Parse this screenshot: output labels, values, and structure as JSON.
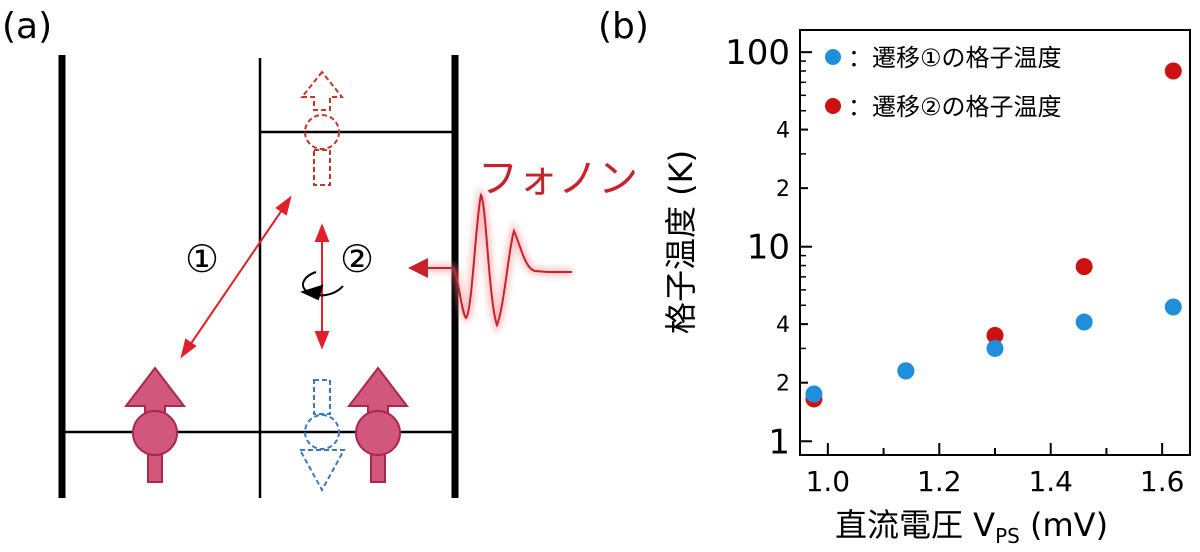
{
  "panel_a": {
    "label": "(a)",
    "transition1_label": "①",
    "transition2_label": "②",
    "phonon_label": "フォノン",
    "colors": {
      "spin": "#d1577c",
      "spin_edge": "#a8284e",
      "ghost_red": "#c0392b",
      "ghost_blue": "#3a78c0",
      "arrow": "#e0202a",
      "phonon": "#c8222a"
    }
  },
  "panel_b": {
    "label": "(b)"
  },
  "chart_data": {
    "type": "scatter",
    "xlabel_main": "直流電圧 V",
    "xlabel_sub": "PS",
    "xlabel_unit": " (mV)",
    "ylabel": "格子温度 (K)",
    "y_log": true,
    "xlim": [
      0.95,
      1.65
    ],
    "ylim": [
      0.85,
      130
    ],
    "x_ticks": [
      1.0,
      1.2,
      1.4,
      1.6
    ],
    "x_tick_labels": [
      "1.0",
      "1.2",
      "1.4",
      "1.6"
    ],
    "y_ticks": [
      1,
      2,
      4,
      10,
      20,
      40,
      100
    ],
    "y_tick_labels": [
      "1",
      "2",
      "4",
      "10",
      "2",
      "4",
      "100"
    ],
    "legend": "top-left",
    "series": [
      {
        "name": "：遷移①の格子温度",
        "color": "#1f8fdc",
        "x": [
          0.975,
          1.14,
          1.3,
          1.46,
          1.62
        ],
        "y": [
          1.75,
          2.3,
          3.0,
          4.1,
          4.9
        ]
      },
      {
        "name": "：遷移②の格子温度",
        "color": "#cc1111",
        "x": [
          0.975,
          1.14,
          1.3,
          1.46,
          1.62
        ],
        "y": [
          1.65,
          2.3,
          3.5,
          7.9,
          80
        ]
      }
    ]
  }
}
